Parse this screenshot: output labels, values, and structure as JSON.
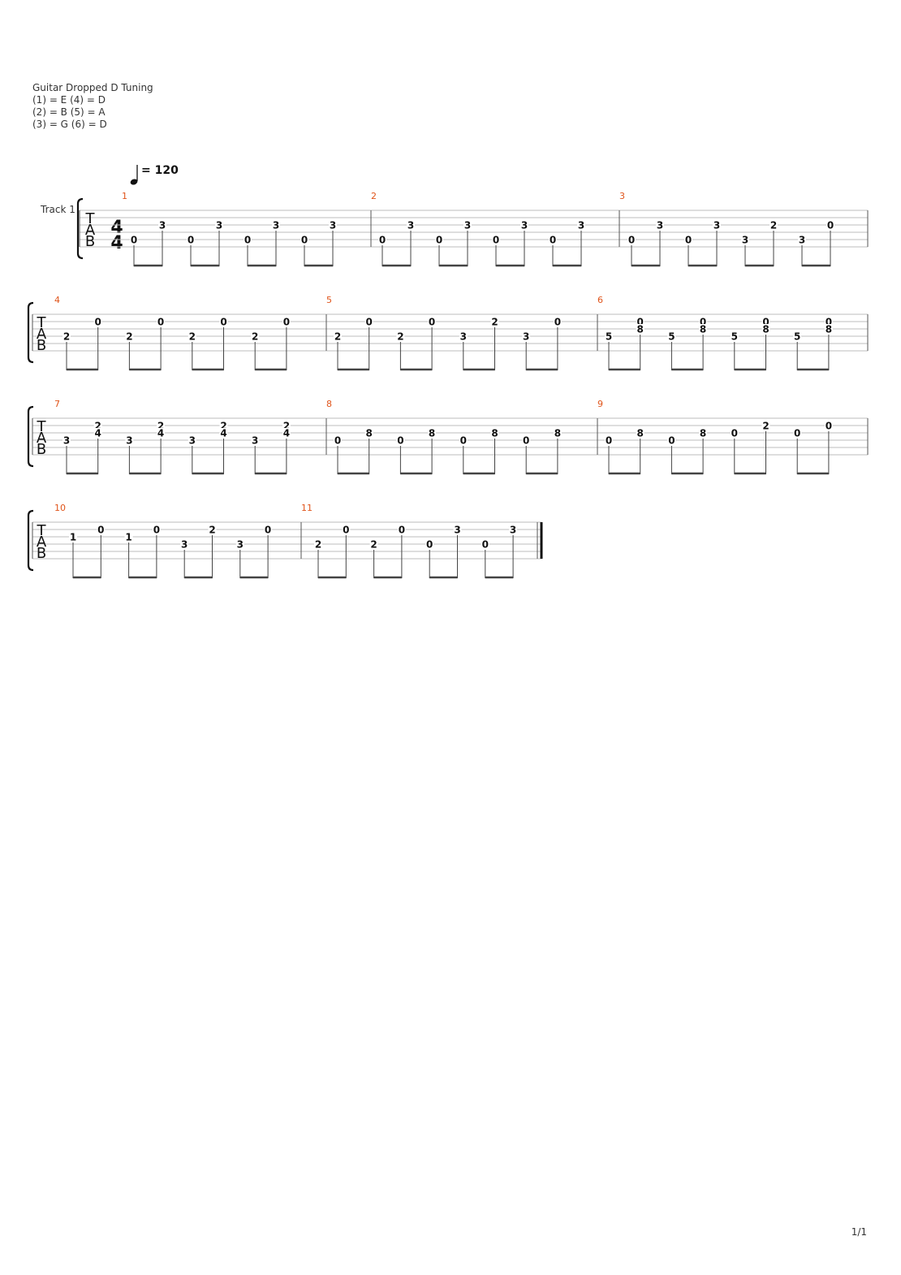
{
  "header": {
    "instrument": "Guitar Dropped D Tuning",
    "tuning_lines": [
      "(1) = E (4) = D",
      "(2) = B (5) = A",
      "(3) = G (6) = D"
    ]
  },
  "tempo": "= 120",
  "track_name": "Track 1",
  "clef_letters": [
    "T",
    "A",
    "B"
  ],
  "time_signature": {
    "top": "4",
    "bottom": "4"
  },
  "page_number": "1/1",
  "colors": {
    "measure_number": "#e0541a",
    "staff_line": "#bdbdbd",
    "notes": "#111111"
  },
  "measures": [
    {
      "number": "1",
      "beats": [
        [
          [
            5,
            "0"
          ]
        ],
        [
          [
            3,
            "3"
          ]
        ],
        [
          [
            5,
            "0"
          ]
        ],
        [
          [
            3,
            "3"
          ]
        ],
        [
          [
            5,
            "0"
          ]
        ],
        [
          [
            3,
            "3"
          ]
        ],
        [
          [
            5,
            "0"
          ]
        ],
        [
          [
            3,
            "3"
          ]
        ]
      ]
    },
    {
      "number": "2",
      "beats": [
        [
          [
            5,
            "0"
          ]
        ],
        [
          [
            3,
            "3"
          ]
        ],
        [
          [
            5,
            "0"
          ]
        ],
        [
          [
            3,
            "3"
          ]
        ],
        [
          [
            5,
            "0"
          ]
        ],
        [
          [
            3,
            "3"
          ]
        ],
        [
          [
            5,
            "0"
          ]
        ],
        [
          [
            3,
            "3"
          ]
        ]
      ]
    },
    {
      "number": "3",
      "beats": [
        [
          [
            5,
            "0"
          ]
        ],
        [
          [
            3,
            "3"
          ]
        ],
        [
          [
            5,
            "0"
          ]
        ],
        [
          [
            3,
            "3"
          ]
        ],
        [
          [
            5,
            "3"
          ]
        ],
        [
          [
            3,
            "2"
          ]
        ],
        [
          [
            5,
            "3"
          ]
        ],
        [
          [
            3,
            "0"
          ]
        ]
      ]
    },
    {
      "number": "4",
      "beats": [
        [
          [
            4,
            "2"
          ]
        ],
        [
          [
            2,
            "0"
          ]
        ],
        [
          [
            4,
            "2"
          ]
        ],
        [
          [
            2,
            "0"
          ]
        ],
        [
          [
            4,
            "2"
          ]
        ],
        [
          [
            2,
            "0"
          ]
        ],
        [
          [
            4,
            "2"
          ]
        ],
        [
          [
            2,
            "0"
          ]
        ]
      ]
    },
    {
      "number": "5",
      "beats": [
        [
          [
            4,
            "2"
          ]
        ],
        [
          [
            2,
            "0"
          ]
        ],
        [
          [
            4,
            "2"
          ]
        ],
        [
          [
            2,
            "0"
          ]
        ],
        [
          [
            4,
            "3"
          ]
        ],
        [
          [
            2,
            "2"
          ]
        ],
        [
          [
            4,
            "3"
          ]
        ],
        [
          [
            2,
            "0"
          ]
        ]
      ]
    },
    {
      "number": "6",
      "beats": [
        [
          [
            4,
            "5"
          ]
        ],
        [
          [
            2,
            "0"
          ],
          [
            3,
            "8"
          ]
        ],
        [
          [
            4,
            "5"
          ]
        ],
        [
          [
            2,
            "0"
          ],
          [
            3,
            "8"
          ]
        ],
        [
          [
            4,
            "5"
          ]
        ],
        [
          [
            2,
            "0"
          ],
          [
            3,
            "8"
          ]
        ],
        [
          [
            4,
            "5"
          ]
        ],
        [
          [
            2,
            "0"
          ],
          [
            3,
            "8"
          ]
        ]
      ]
    },
    {
      "number": "7",
      "beats": [
        [
          [
            4,
            "3"
          ]
        ],
        [
          [
            2,
            "2"
          ],
          [
            3,
            "4"
          ]
        ],
        [
          [
            4,
            "3"
          ]
        ],
        [
          [
            2,
            "2"
          ],
          [
            3,
            "4"
          ]
        ],
        [
          [
            4,
            "3"
          ]
        ],
        [
          [
            2,
            "2"
          ],
          [
            3,
            "4"
          ]
        ],
        [
          [
            4,
            "3"
          ]
        ],
        [
          [
            2,
            "2"
          ],
          [
            3,
            "4"
          ]
        ]
      ]
    },
    {
      "number": "8",
      "beats": [
        [
          [
            4,
            "0"
          ]
        ],
        [
          [
            3,
            "8"
          ]
        ],
        [
          [
            4,
            "0"
          ]
        ],
        [
          [
            3,
            "8"
          ]
        ],
        [
          [
            4,
            "0"
          ]
        ],
        [
          [
            3,
            "8"
          ]
        ],
        [
          [
            4,
            "0"
          ]
        ],
        [
          [
            3,
            "8"
          ]
        ]
      ]
    },
    {
      "number": "9",
      "beats": [
        [
          [
            4,
            "0"
          ]
        ],
        [
          [
            3,
            "8"
          ]
        ],
        [
          [
            4,
            "0"
          ]
        ],
        [
          [
            3,
            "8"
          ]
        ],
        [
          [
            3,
            "0"
          ]
        ],
        [
          [
            2,
            "2"
          ]
        ],
        [
          [
            3,
            "0"
          ]
        ],
        [
          [
            2,
            "0"
          ]
        ]
      ]
    },
    {
      "number": "10",
      "beats": [
        [
          [
            3,
            "1"
          ]
        ],
        [
          [
            2,
            "0"
          ]
        ],
        [
          [
            3,
            "1"
          ]
        ],
        [
          [
            2,
            "0"
          ]
        ],
        [
          [
            4,
            "3"
          ]
        ],
        [
          [
            2,
            "2"
          ]
        ],
        [
          [
            4,
            "3"
          ]
        ],
        [
          [
            2,
            "0"
          ]
        ]
      ]
    },
    {
      "number": "11",
      "beats": [
        [
          [
            4,
            "2"
          ]
        ],
        [
          [
            2,
            "0"
          ]
        ],
        [
          [
            4,
            "2"
          ]
        ],
        [
          [
            2,
            "0"
          ]
        ],
        [
          [
            4,
            "0"
          ]
        ],
        [
          [
            2,
            "3"
          ]
        ],
        [
          [
            4,
            "0"
          ]
        ],
        [
          [
            2,
            "3"
          ]
        ]
      ]
    }
  ]
}
